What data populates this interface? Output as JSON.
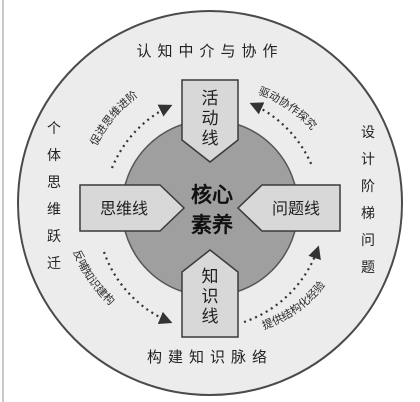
{
  "center": {
    "line1": "核心",
    "line2": "素养"
  },
  "arms": {
    "top": {
      "char1": "活",
      "char2": "动",
      "char3": "线"
    },
    "bottom": {
      "char1": "知",
      "char2": "识",
      "char3": "线"
    },
    "left": {
      "label": "思维线"
    },
    "right": {
      "label": "问题线"
    }
  },
  "outer_ring": {
    "top": "认知中介与协作",
    "bottom": "构建知识脉络",
    "left": [
      "个",
      "体",
      "思",
      "维",
      "跃",
      "迁"
    ],
    "right": [
      "设",
      "计",
      "阶",
      "梯",
      "问",
      "题"
    ]
  },
  "arrow_labels": {
    "top_left": "促进思维进阶",
    "top_right": "驱动协作探究",
    "bottom_left": "反哺知识建构",
    "bottom_right": "提供结构化经验"
  },
  "colors": {
    "outer_ring": "#ececec",
    "outer_border": "#4a4a4a",
    "inner_circle": "#9f9f9f",
    "arm_fill": "#d8d8d8",
    "arm_stroke": "#3a3a3a",
    "dashed_arrow": "#333333"
  }
}
